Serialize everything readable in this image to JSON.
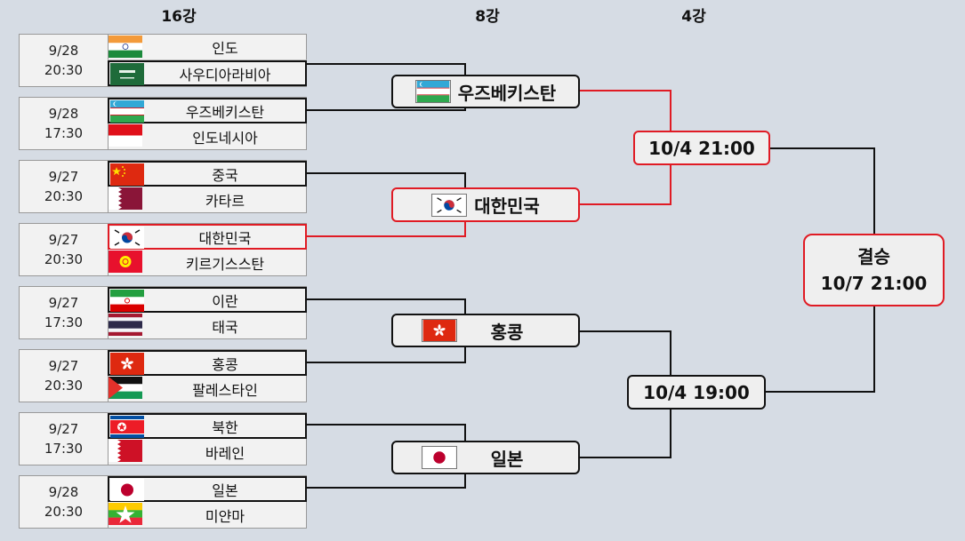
{
  "headers": {
    "r16": "16강",
    "qf": "8강",
    "sf": "4강"
  },
  "colors": {
    "advance_line": "#e01b24",
    "line": "#111111"
  },
  "r16_matches": [
    {
      "date": "9/28",
      "time": "20:30",
      "team1": "인도",
      "flag1": "india",
      "team2": "사우디아라비아",
      "flag2": "saudi-arabia",
      "winner": 2
    },
    {
      "date": "9/28",
      "time": "17:30",
      "team1": "우즈베키스탄",
      "flag1": "uzbekistan",
      "team2": "인도네시아",
      "flag2": "indonesia",
      "winner": 1
    },
    {
      "date": "9/27",
      "time": "20:30",
      "team1": "중국",
      "flag1": "china",
      "team2": "카타르",
      "flag2": "qatar",
      "winner": 1
    },
    {
      "date": "9/27",
      "time": "20:30",
      "team1": "대한민국",
      "flag1": "korea",
      "team2": "키르기스스탄",
      "flag2": "kyrgyzstan",
      "winner": 1
    },
    {
      "date": "9/27",
      "time": "17:30",
      "team1": "이란",
      "flag1": "iran",
      "team2": "태국",
      "flag2": "thailand",
      "winner": 1
    },
    {
      "date": "9/27",
      "time": "20:30",
      "team1": "홍콩",
      "flag1": "hong-kong",
      "team2": "팔레스타인",
      "flag2": "palestine",
      "winner": 1
    },
    {
      "date": "9/27",
      "time": "17:30",
      "team1": "북한",
      "flag1": "north-korea",
      "team2": "바레인",
      "flag2": "bahrain",
      "winner": 1
    },
    {
      "date": "9/28",
      "time": "20:30",
      "team1": "일본",
      "flag1": "japan",
      "team2": "미얀마",
      "flag2": "myanmar",
      "winner": 1
    }
  ],
  "quarterfinal_winners": [
    {
      "name": "우즈베키스탄",
      "flag": "uzbekistan"
    },
    {
      "name": "대한민국",
      "flag": "korea"
    },
    {
      "name": "홍콩",
      "flag": "hong-kong"
    },
    {
      "name": "일본",
      "flag": "japan"
    }
  ],
  "semifinals": [
    {
      "label": "10/4 21:00"
    },
    {
      "label": "10/4 19:00"
    }
  ],
  "final": {
    "title": "결승",
    "time": "10/7 21:00"
  }
}
